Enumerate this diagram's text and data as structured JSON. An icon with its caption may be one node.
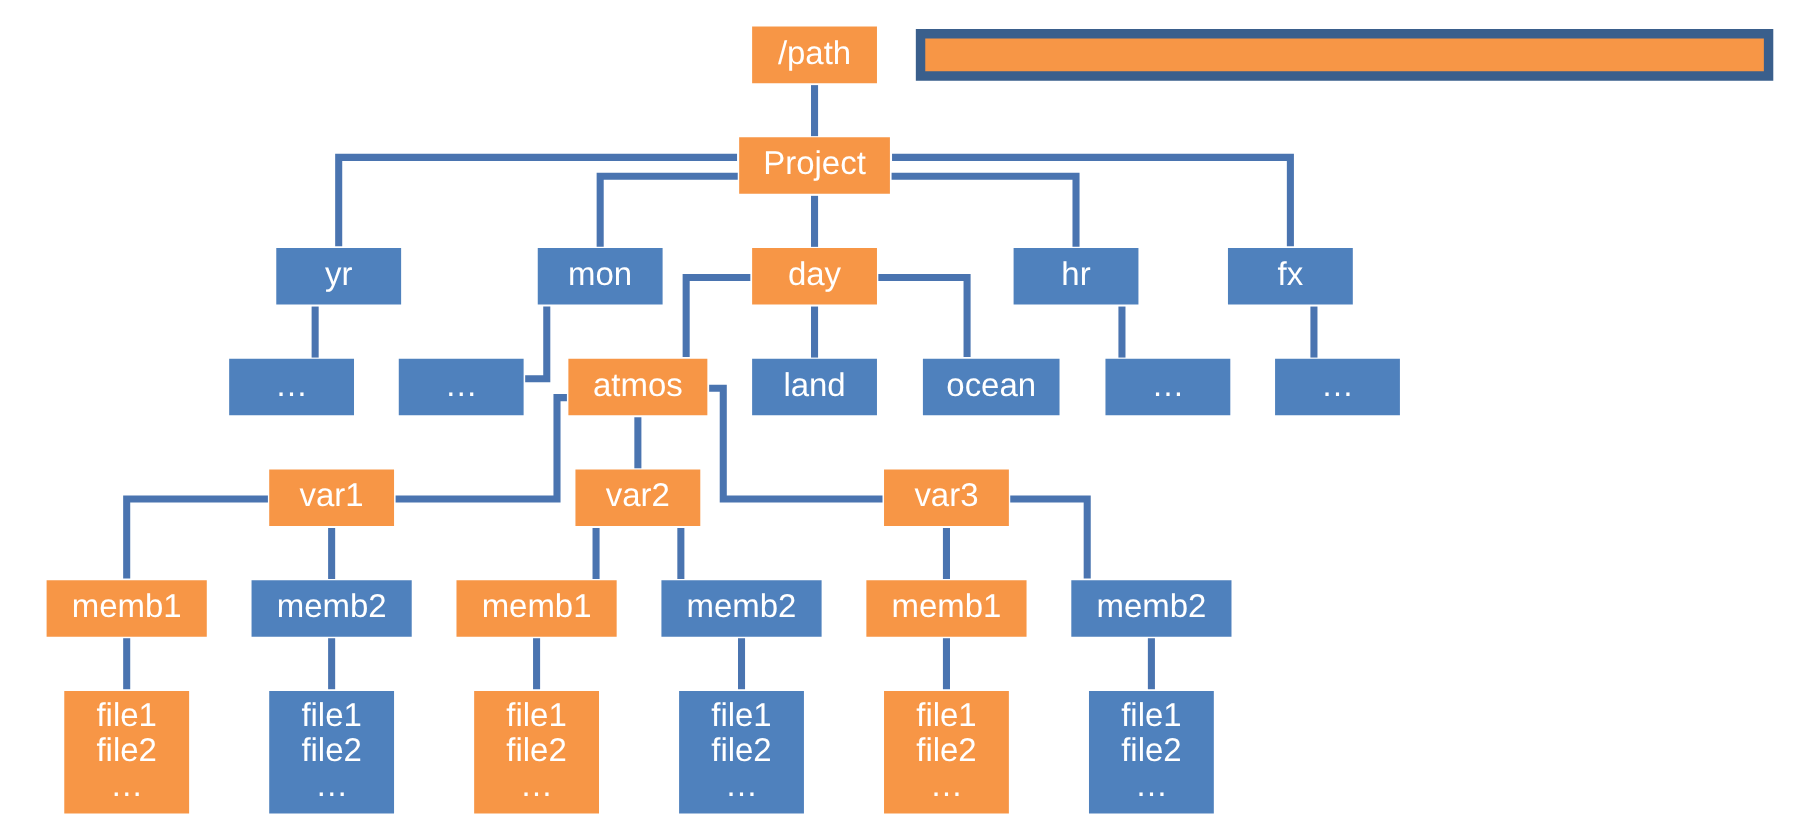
{
  "diagram": {
    "nodes": [
      {
        "text": [
          "/path"
        ]
      },
      {
        "text": [
          "Project"
        ]
      },
      {
        "text": [
          "yr"
        ]
      },
      {
        "text": [
          "mon"
        ]
      },
      {
        "text": [
          "day"
        ]
      },
      {
        "text": [
          "hr"
        ]
      },
      {
        "text": [
          "fx"
        ]
      },
      {
        "text": [
          "…"
        ]
      },
      {
        "text": [
          "…"
        ]
      },
      {
        "text": [
          "atmos"
        ]
      },
      {
        "text": [
          "land"
        ]
      },
      {
        "text": [
          "ocean"
        ]
      },
      {
        "text": [
          "…"
        ]
      },
      {
        "text": [
          "…"
        ]
      },
      {
        "text": [
          "var1"
        ]
      },
      {
        "text": [
          "var2"
        ]
      },
      {
        "text": [
          "var3"
        ]
      },
      {
        "text": [
          "memb1"
        ]
      },
      {
        "text": [
          "memb2"
        ]
      },
      {
        "text": [
          "memb1"
        ]
      },
      {
        "text": [
          "memb2"
        ]
      },
      {
        "text": [
          "memb1"
        ]
      },
      {
        "text": [
          "memb2"
        ]
      },
      {
        "text": [
          "file1",
          "file2",
          "…"
        ]
      },
      {
        "text": [
          "file1",
          "file2",
          "…"
        ]
      },
      {
        "text": [
          "file1",
          "file2",
          "…"
        ]
      },
      {
        "text": [
          "file1",
          "file2",
          "…"
        ]
      },
      {
        "text": [
          "file1",
          "file2",
          "…"
        ]
      },
      {
        "text": [
          "file1",
          "file2",
          "…"
        ]
      },
      {
        "text": [],
        "shape": "bar"
      }
    ],
    "edges": [
      {
        "from": 0,
        "to": 1,
        "arrow": "none"
      },
      {
        "from": 1,
        "to": 2,
        "arrow": "none"
      },
      {
        "from": 1,
        "to": 3,
        "arrow": "none"
      },
      {
        "from": 1,
        "to": 4,
        "arrow": "none"
      },
      {
        "from": 1,
        "to": 5,
        "arrow": "none"
      },
      {
        "from": 1,
        "to": 6,
        "arrow": "none"
      },
      {
        "from": 2,
        "to": 7,
        "arrow": "none"
      },
      {
        "from": 3,
        "to": 8,
        "arrow": "none"
      },
      {
        "from": 4,
        "to": 9,
        "arrow": "none"
      },
      {
        "from": 4,
        "to": 10,
        "arrow": "none"
      },
      {
        "from": 4,
        "to": 11,
        "arrow": "none"
      },
      {
        "from": 5,
        "to": 12,
        "arrow": "none"
      },
      {
        "from": 6,
        "to": 13,
        "arrow": "none"
      },
      {
        "from": 9,
        "to": 14,
        "arrow": "none"
      },
      {
        "from": 9,
        "to": 15,
        "arrow": "none"
      },
      {
        "from": 9,
        "to": 16,
        "arrow": "none"
      },
      {
        "from": 14,
        "to": 17,
        "arrow": "none"
      },
      {
        "from": 14,
        "to": 18,
        "arrow": "none"
      },
      {
        "from": 15,
        "to": 19,
        "arrow": "none"
      },
      {
        "from": 15,
        "to": 20,
        "arrow": "none"
      },
      {
        "from": 16,
        "to": 21,
        "arrow": "none"
      },
      {
        "from": 16,
        "to": 22,
        "arrow": "none"
      },
      {
        "from": 17,
        "to": 23,
        "arrow": "none"
      },
      {
        "from": 18,
        "to": 24,
        "arrow": "none"
      },
      {
        "from": 19,
        "to": 25,
        "arrow": "none"
      },
      {
        "from": 20,
        "to": 26,
        "arrow": "none"
      },
      {
        "from": 21,
        "to": 27,
        "arrow": "none"
      },
      {
        "from": 22,
        "to": 28,
        "arrow": "none"
      }
    ]
  }
}
